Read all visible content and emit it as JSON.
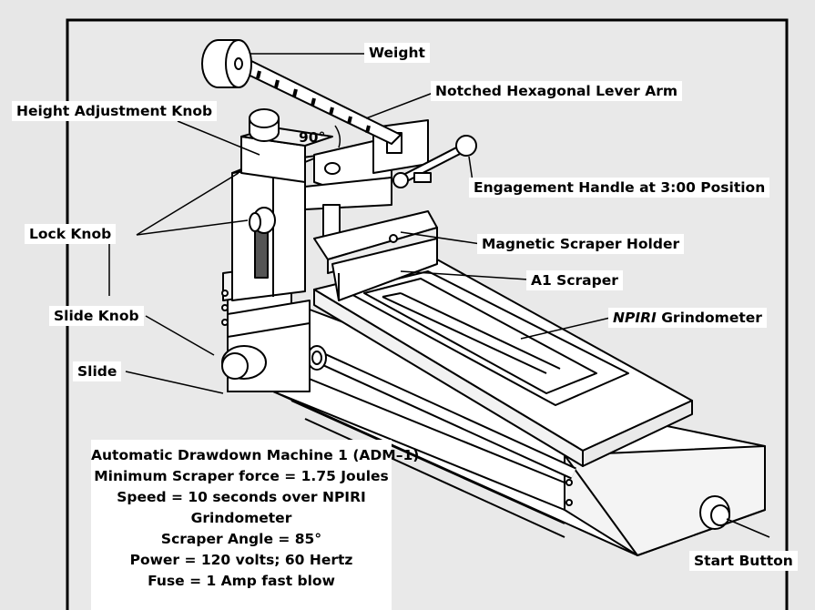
{
  "labels": {
    "weight": "Weight",
    "notched_lever_arm": "Notched Hexagonal Lever Arm",
    "height_adjustment_knob": "Height Adjustment Knob",
    "angle": "90°",
    "engagement_handle": "Engagement Handle at 3:00 Position",
    "lock_knob": "Lock Knob",
    "magnetic_scraper_holder": "Magnetic Scraper Holder",
    "a1_scraper": "A1 Scraper",
    "slide_knob": "Slide Knob",
    "grindometer_brand": "NPIRI",
    "grindometer_word": " Grindometer",
    "slide": "Slide",
    "start_button": "Start Button"
  },
  "specs": [
    "Automatic Drawdown Machine 1 (ADM–1)",
    "Minimum Scraper force = 1.75 Joules",
    "Speed = 10 seconds over NPIRI",
    "Grindometer",
    "Scraper Angle = 85°",
    "Power = 120 volts; 60 Hertz",
    "Fuse = 1 Amp fast blow"
  ]
}
